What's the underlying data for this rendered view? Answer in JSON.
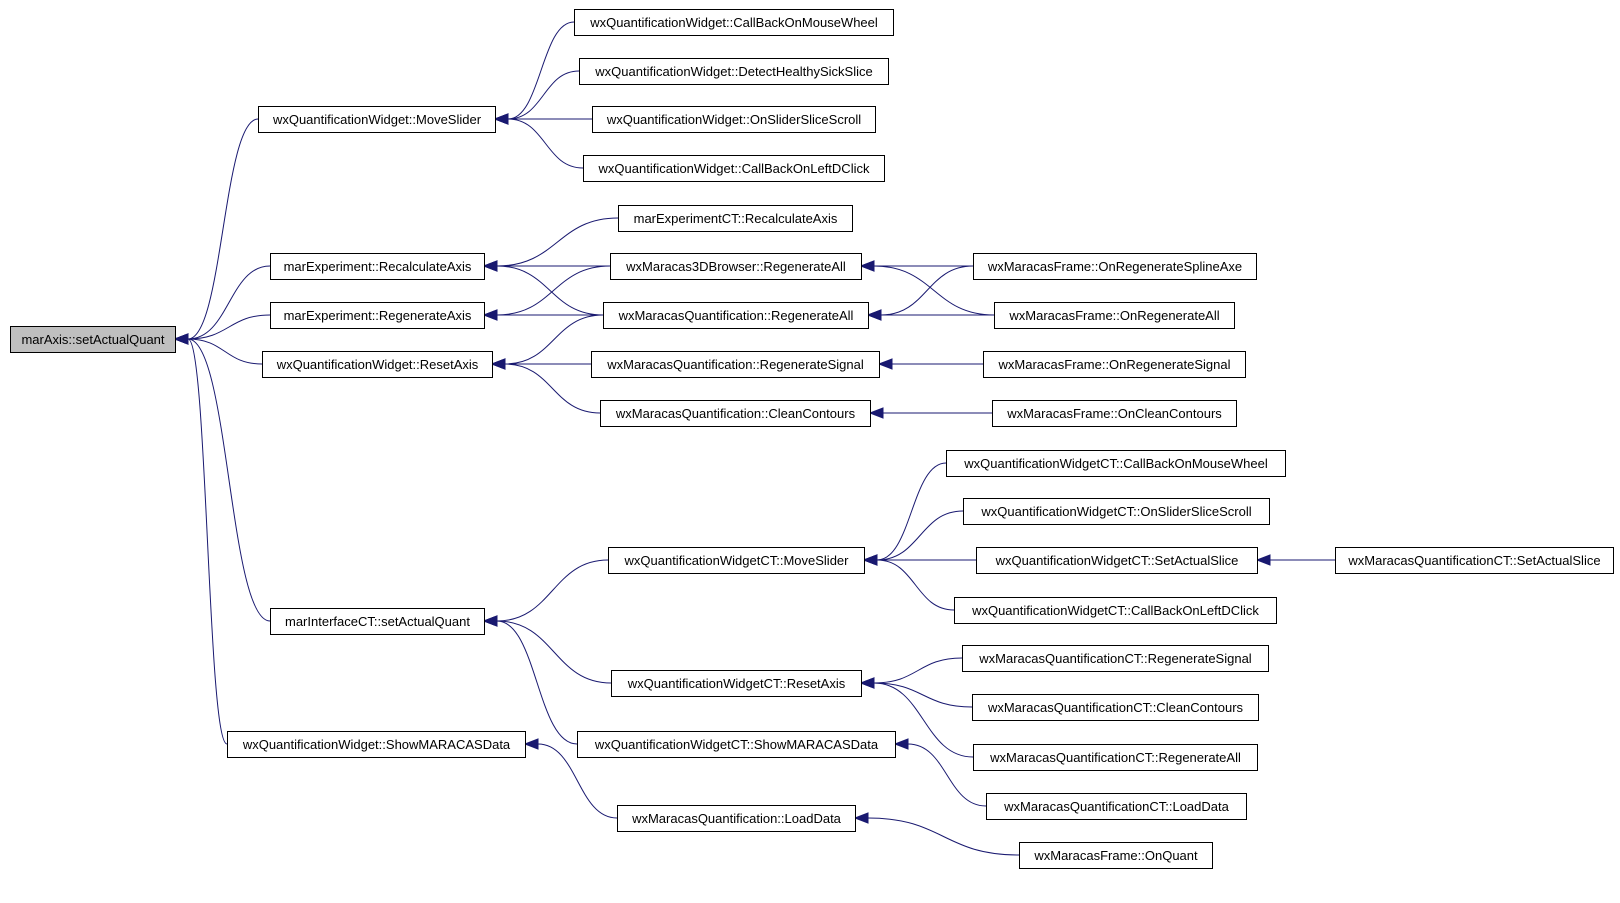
{
  "graph": {
    "root": "n0",
    "colors": {
      "edge": "#191970",
      "root_fill": "#bfbfbf",
      "node_fill": "#ffffff",
      "border": "#000000"
    },
    "nodes": [
      {
        "id": "n0",
        "label": "marAxis::setActualQuant",
        "root": true
      },
      {
        "id": "n1",
        "label": "wxQuantificationWidget::MoveSlider"
      },
      {
        "id": "n2",
        "label": "marExperiment::RecalculateAxis"
      },
      {
        "id": "n3",
        "label": "marExperiment::RegenerateAxis"
      },
      {
        "id": "n4",
        "label": "wxQuantificationWidget::ResetAxis"
      },
      {
        "id": "n5",
        "label": "marInterfaceCT::setActualQuant"
      },
      {
        "id": "n6",
        "label": "wxQuantificationWidget::ShowMARACASData"
      },
      {
        "id": "n7",
        "label": "wxQuantificationWidget::CallBackOnMouseWheel"
      },
      {
        "id": "n8",
        "label": "wxQuantificationWidget::DetectHealthySickSlice"
      },
      {
        "id": "n9",
        "label": "wxQuantificationWidget::OnSliderSliceScroll"
      },
      {
        "id": "n10",
        "label": "wxQuantificationWidget::CallBackOnLeftDClick"
      },
      {
        "id": "n11",
        "label": "marExperimentCT::RecalculateAxis"
      },
      {
        "id": "n12",
        "label": "wxMaracas3DBrowser::RegenerateAll"
      },
      {
        "id": "n13",
        "label": "wxMaracasQuantification::RegenerateAll"
      },
      {
        "id": "n14",
        "label": "wxMaracasQuantification::RegenerateSignal"
      },
      {
        "id": "n15",
        "label": "wxMaracasQuantification::CleanContours"
      },
      {
        "id": "n16",
        "label": "wxQuantificationWidgetCT::MoveSlider"
      },
      {
        "id": "n17",
        "label": "wxQuantificationWidgetCT::ResetAxis"
      },
      {
        "id": "n18",
        "label": "wxQuantificationWidgetCT::ShowMARACASData"
      },
      {
        "id": "n19",
        "label": "wxMaracasQuantification::LoadData"
      },
      {
        "id": "n20",
        "label": "wxMaracasFrame::OnRegenerateSplineAxe"
      },
      {
        "id": "n21",
        "label": "wxMaracasFrame::OnRegenerateAll"
      },
      {
        "id": "n22",
        "label": "wxMaracasFrame::OnRegenerateSignal"
      },
      {
        "id": "n23",
        "label": "wxMaracasFrame::OnCleanContours"
      },
      {
        "id": "n24",
        "label": "wxQuantificationWidgetCT::CallBackOnMouseWheel"
      },
      {
        "id": "n25",
        "label": "wxQuantificationWidgetCT::OnSliderSliceScroll"
      },
      {
        "id": "n26",
        "label": "wxQuantificationWidgetCT::SetActualSlice"
      },
      {
        "id": "n27",
        "label": "wxQuantificationWidgetCT::CallBackOnLeftDClick"
      },
      {
        "id": "n28",
        "label": "wxMaracasQuantificationCT::RegenerateSignal"
      },
      {
        "id": "n29",
        "label": "wxMaracasQuantificationCT::CleanContours"
      },
      {
        "id": "n30",
        "label": "wxMaracasQuantificationCT::RegenerateAll"
      },
      {
        "id": "n31",
        "label": "wxMaracasQuantificationCT::LoadData"
      },
      {
        "id": "n32",
        "label": "wxMaracasFrame::OnQuant"
      },
      {
        "id": "n33",
        "label": "wxMaracasQuantificationCT::SetActualSlice"
      }
    ],
    "edges": [
      {
        "from": "n1",
        "to": "n0"
      },
      {
        "from": "n2",
        "to": "n0"
      },
      {
        "from": "n3",
        "to": "n0"
      },
      {
        "from": "n4",
        "to": "n0"
      },
      {
        "from": "n5",
        "to": "n0"
      },
      {
        "from": "n6",
        "to": "n0"
      },
      {
        "from": "n7",
        "to": "n1"
      },
      {
        "from": "n8",
        "to": "n1"
      },
      {
        "from": "n9",
        "to": "n1"
      },
      {
        "from": "n10",
        "to": "n1"
      },
      {
        "from": "n11",
        "to": "n2"
      },
      {
        "from": "n12",
        "to": "n2"
      },
      {
        "from": "n13",
        "to": "n2"
      },
      {
        "from": "n12",
        "to": "n3"
      },
      {
        "from": "n13",
        "to": "n3"
      },
      {
        "from": "n13",
        "to": "n4"
      },
      {
        "from": "n14",
        "to": "n4"
      },
      {
        "from": "n15",
        "to": "n4"
      },
      {
        "from": "n20",
        "to": "n12"
      },
      {
        "from": "n21",
        "to": "n12"
      },
      {
        "from": "n20",
        "to": "n13"
      },
      {
        "from": "n21",
        "to": "n13"
      },
      {
        "from": "n22",
        "to": "n14"
      },
      {
        "from": "n23",
        "to": "n15"
      },
      {
        "from": "n16",
        "to": "n5"
      },
      {
        "from": "n17",
        "to": "n5"
      },
      {
        "from": "n18",
        "to": "n5"
      },
      {
        "from": "n24",
        "to": "n16"
      },
      {
        "from": "n25",
        "to": "n16"
      },
      {
        "from": "n26",
        "to": "n16"
      },
      {
        "from": "n27",
        "to": "n16"
      },
      {
        "from": "n33",
        "to": "n26"
      },
      {
        "from": "n28",
        "to": "n17"
      },
      {
        "from": "n29",
        "to": "n17"
      },
      {
        "from": "n30",
        "to": "n17"
      },
      {
        "from": "n31",
        "to": "n18"
      },
      {
        "from": "n19",
        "to": "n6"
      },
      {
        "from": "n32",
        "to": "n19"
      }
    ]
  }
}
